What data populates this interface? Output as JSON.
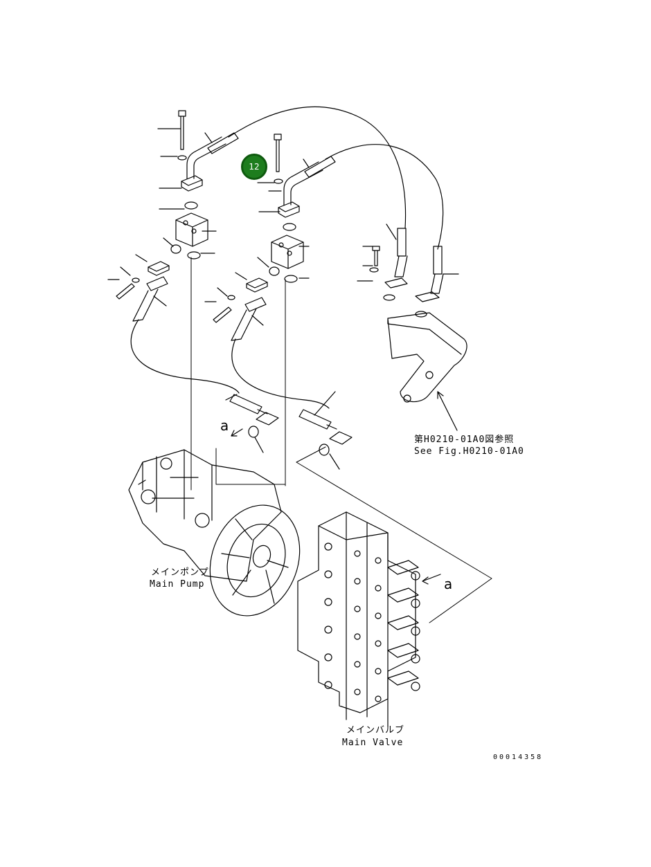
{
  "callout": {
    "number": "12",
    "color": "#1e7d1e"
  },
  "labels": {
    "ref_line1": "第H0210-01A0図参照",
    "ref_line2": "See Fig.H0210-01A0",
    "pump_jp": "メインポンプ",
    "pump_en": "Main Pump",
    "valve_jp": "メインバルブ",
    "valve_en": "Main Valve",
    "arrow_a1": "a",
    "arrow_a2": "a",
    "drawing_number": "00014358"
  },
  "colors": {
    "line": "#000000",
    "background": "#ffffff"
  }
}
